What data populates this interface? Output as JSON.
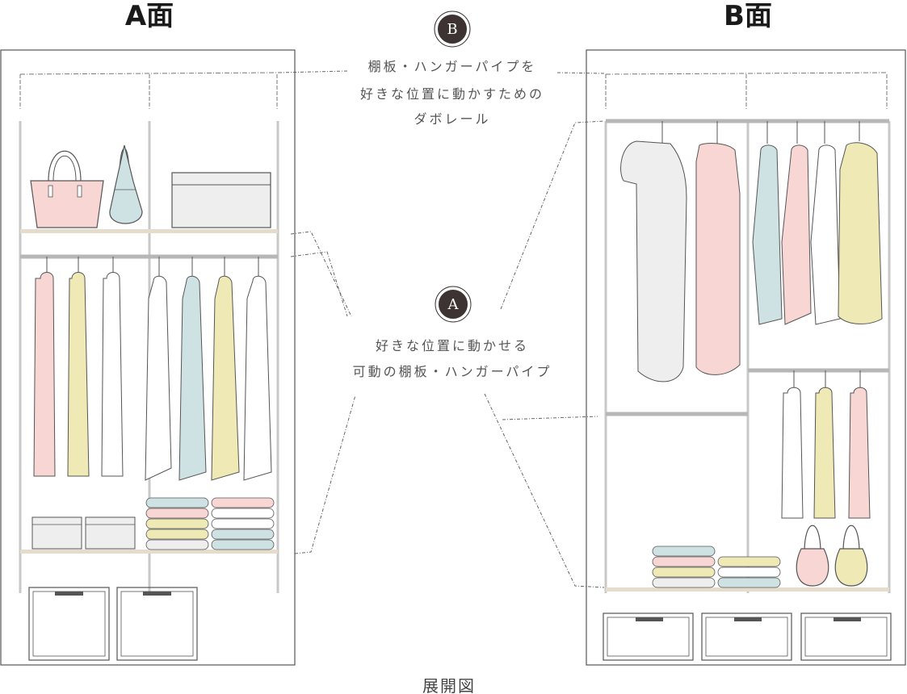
{
  "titles": {
    "face_a": "A面",
    "face_b": "B面"
  },
  "badges": {
    "a": "A",
    "b": "B"
  },
  "notes": {
    "b_lines": [
      "棚板・ハンガーパイプを",
      "好きな位置に動かすための",
      "ダボレール"
    ],
    "a_lines": [
      "好きな位置に動かせる",
      "可動の棚板・ハンガーパイプ"
    ]
  },
  "caption": "展開図",
  "colors": {
    "pink": "#f8d6d3",
    "blue": "#cfe2e3",
    "yellow": "#efe9b6",
    "white": "#ffffff",
    "gray": "#eeeeee",
    "shelf": "#e6dccb",
    "pipe": "#b7b7b7",
    "line": "#555555"
  },
  "icons": [
    "tote-bag-icon",
    "handbag-icon",
    "storage-box-icon",
    "garment-icon",
    "folded-clothes-icon",
    "drawer-icon"
  ]
}
